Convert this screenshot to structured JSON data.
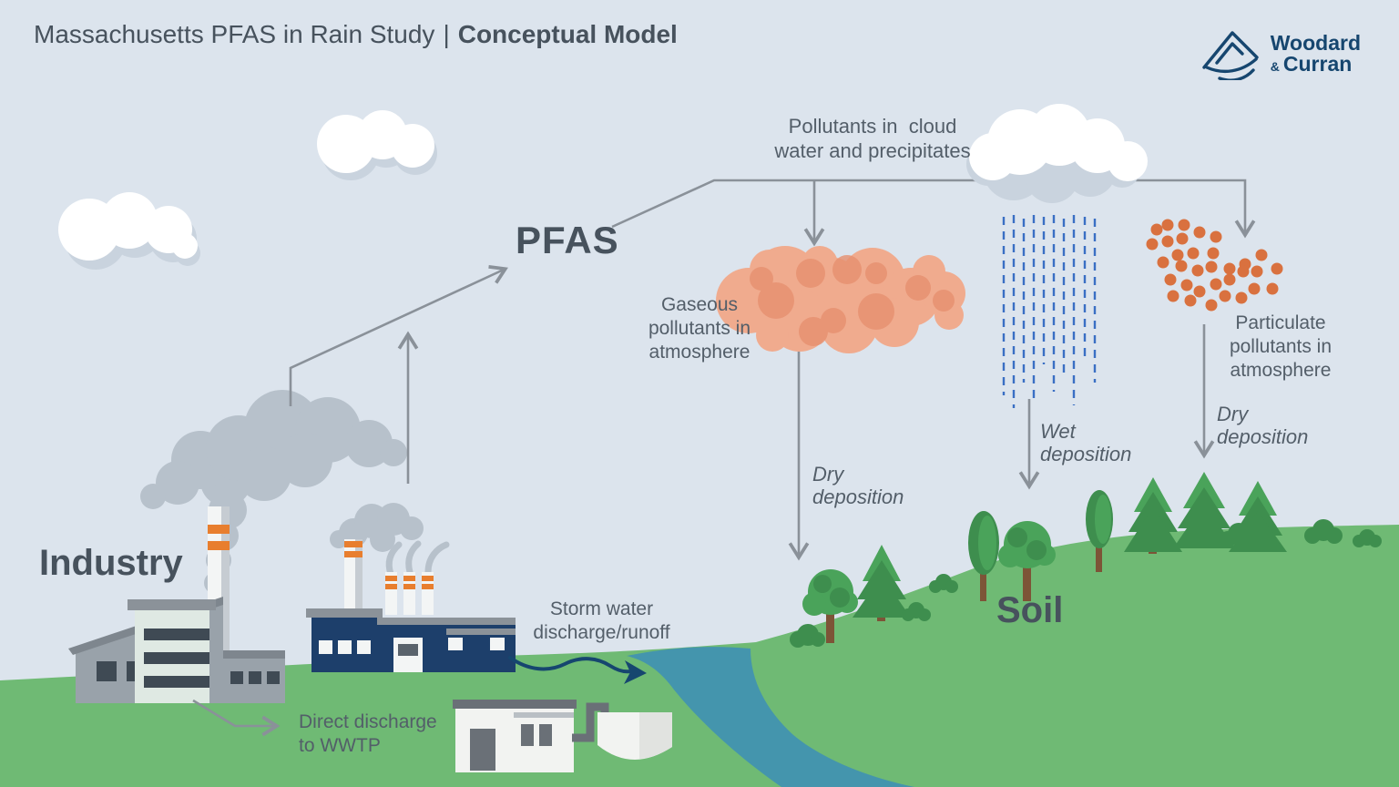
{
  "header": {
    "title": "Massachusetts PFAS in Rain Study",
    "separator": "|",
    "subtitle": "Conceptual Model"
  },
  "logo": {
    "name_line1": "Woodard",
    "ampersand": "&",
    "name_line2": "Curran"
  },
  "labels": {
    "pfas": "PFAS",
    "industry": "Industry",
    "soil": "Soil",
    "cloud_pollutants": {
      "line1": "Pollutants in  cloud",
      "line2": "water and precipitates"
    },
    "gaseous": {
      "line1": "Gaseous",
      "line2": "pollutants in",
      "line3": "atmosphere"
    },
    "particulate": {
      "line1": "Particulate",
      "line2": "pollutants in",
      "line3": "atmosphere"
    },
    "dry_deposition_gaseous": {
      "line1": "Dry",
      "line2": "deposition"
    },
    "wet_deposition": {
      "line1": "Wet",
      "line2": "deposition"
    },
    "dry_deposition_particulate": {
      "line1": "Dry",
      "line2": "deposition"
    },
    "storm_water": {
      "line1": "Storm water",
      "line2": "discharge/runoff"
    },
    "direct_discharge": {
      "line1": "Direct discharge",
      "line2": "to WWTP"
    }
  },
  "colors": {
    "sky": "#dce4ed",
    "text": "#535e69",
    "heading": "#47525d",
    "arrow": "#8a9199",
    "navy": "#16466f",
    "factory_navy": "#1d3f6b",
    "smoke": "#b7c1cb",
    "cloud_shadow": "#c9d3de",
    "rain": "#3a6fc4",
    "gaseous_blob": "#f0ab8e",
    "gaseous_blob_dark": "#e79070",
    "particulate_dot": "#d9713f",
    "grass": "#6fba74",
    "river": "#4495ad",
    "tree_dark": "#3e8e4e",
    "tree_light": "#4aa35a",
    "trunk": "#7d5437",
    "stack_orange": "#e87e2e"
  }
}
